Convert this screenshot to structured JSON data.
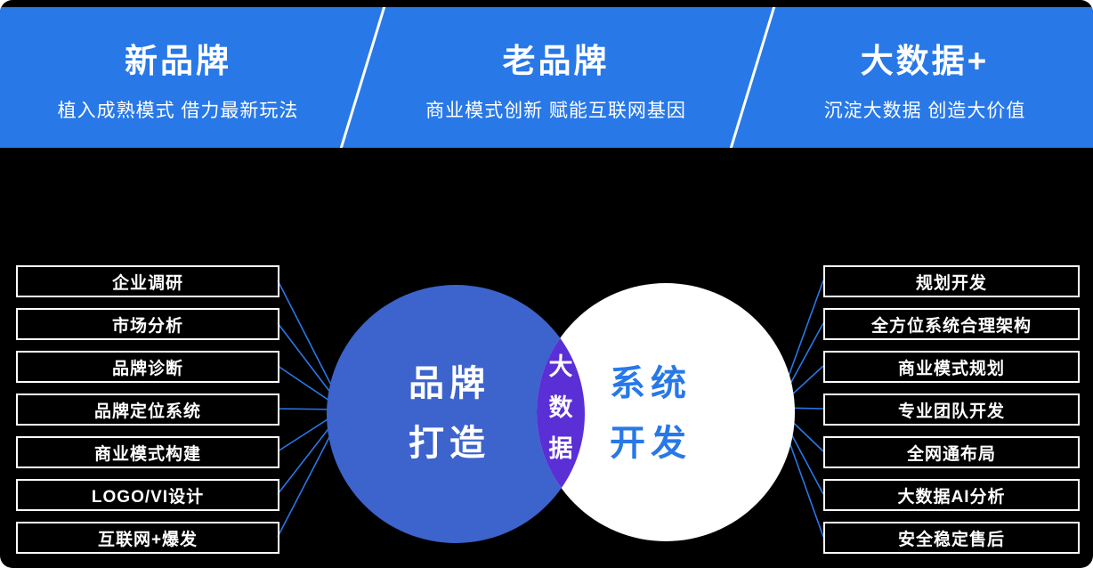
{
  "page": {
    "background": "#000000"
  },
  "banner": {
    "background": "#2878E8",
    "divider": "slash",
    "sections": [
      {
        "title": "新品牌",
        "subtitle": "植入成熟模式 借力最新玩法"
      },
      {
        "title": "老品牌",
        "subtitle": "商业模式创新 赋能互联网基因"
      },
      {
        "title": "大数据+",
        "subtitle": "沉淀大数据 创造大价值"
      }
    ]
  },
  "left_column": {
    "items": [
      "企业调研",
      "市场分析",
      "品牌诊断",
      "品牌定位系统",
      "商业模式构建",
      "LOGO/VI设计",
      "互联网+爆发"
    ]
  },
  "right_column": {
    "items": [
      "规划开发",
      "全方位系统合理架构",
      "商业模式规划",
      "专业团队开发",
      "全网通布局",
      "大数据AI分析",
      "安全稳定售后"
    ]
  },
  "venn": {
    "left_circle": {
      "label": "品牌\n打造",
      "fill": "#3D63CC",
      "text_color": "#FFFFFF"
    },
    "right_circle": {
      "label": "系统\n开发",
      "fill": "#FFFFFF",
      "text_color": "#2878E8"
    },
    "overlap": {
      "char1": "大",
      "char2": "数",
      "char3": "据",
      "fill": "#5A2FD6",
      "text_color": "#FFFFFF"
    },
    "connector_color": "#2878E8",
    "box_border_color": "#FFFFFF"
  }
}
